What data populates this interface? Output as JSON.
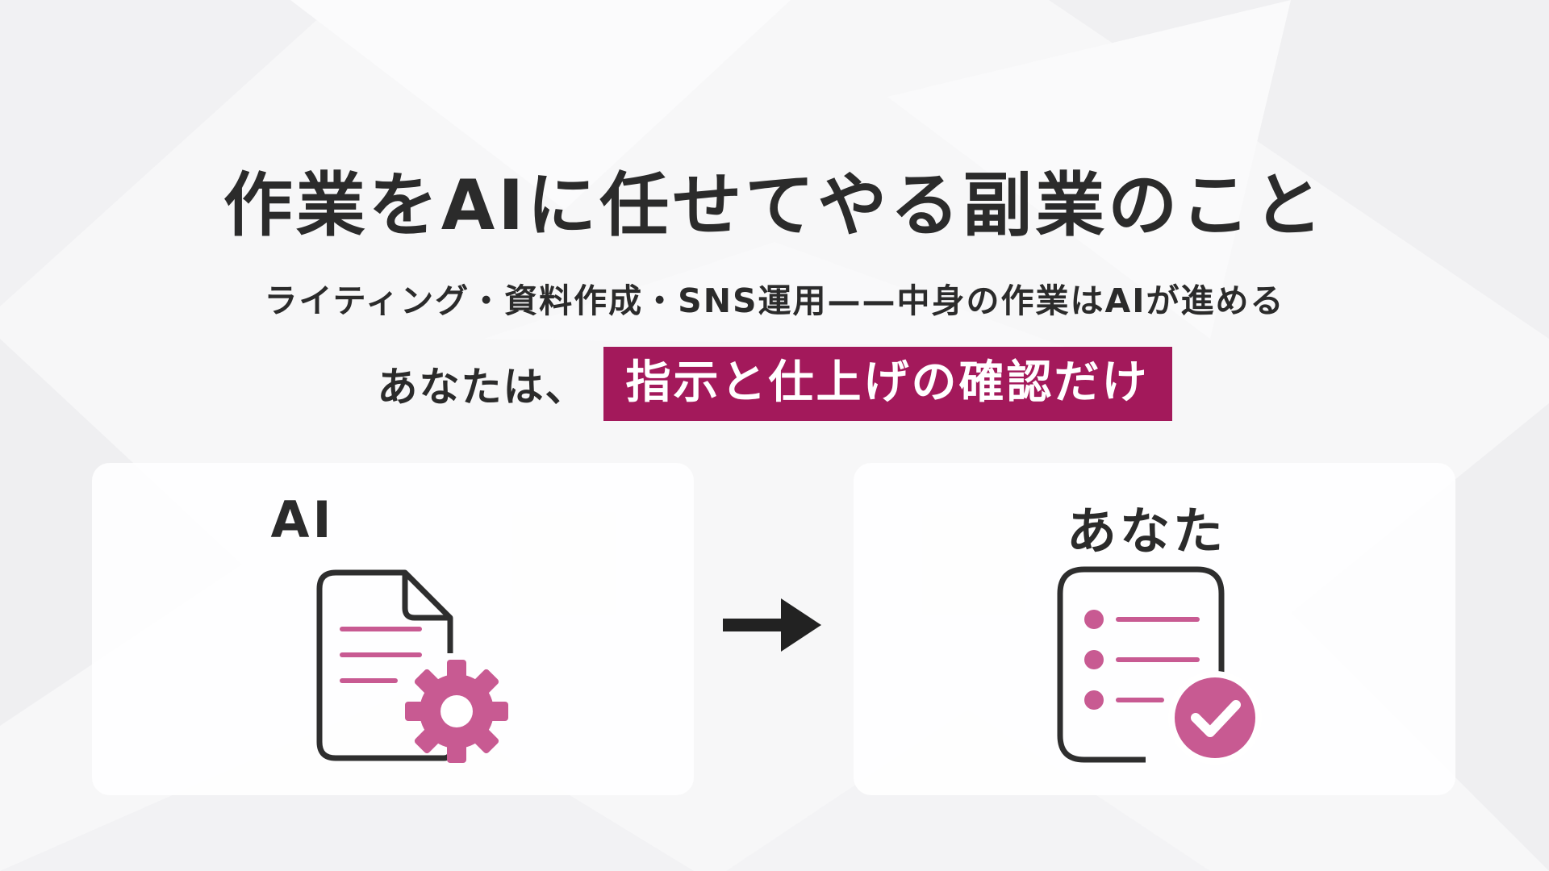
{
  "headline": "作業をAIに任せてやる副業のこと",
  "subheadline": "ライティング・資料作成・SNS運用——中身の作業はAIが進める",
  "tagline": {
    "prefix": "あなたは、",
    "highlight": "指示と仕上げの確認だけ"
  },
  "left_panel": {
    "label": "AI",
    "icon": "document-gear-icon"
  },
  "right_panel": {
    "label": "あなた",
    "icon": "checklist-check-icon"
  },
  "arrow_icon": "right-arrow-icon",
  "colors": {
    "accent": "#a3195b",
    "accent_light": "#c85a92",
    "text": "#2b2b2b",
    "background": "#f7f7f8"
  }
}
